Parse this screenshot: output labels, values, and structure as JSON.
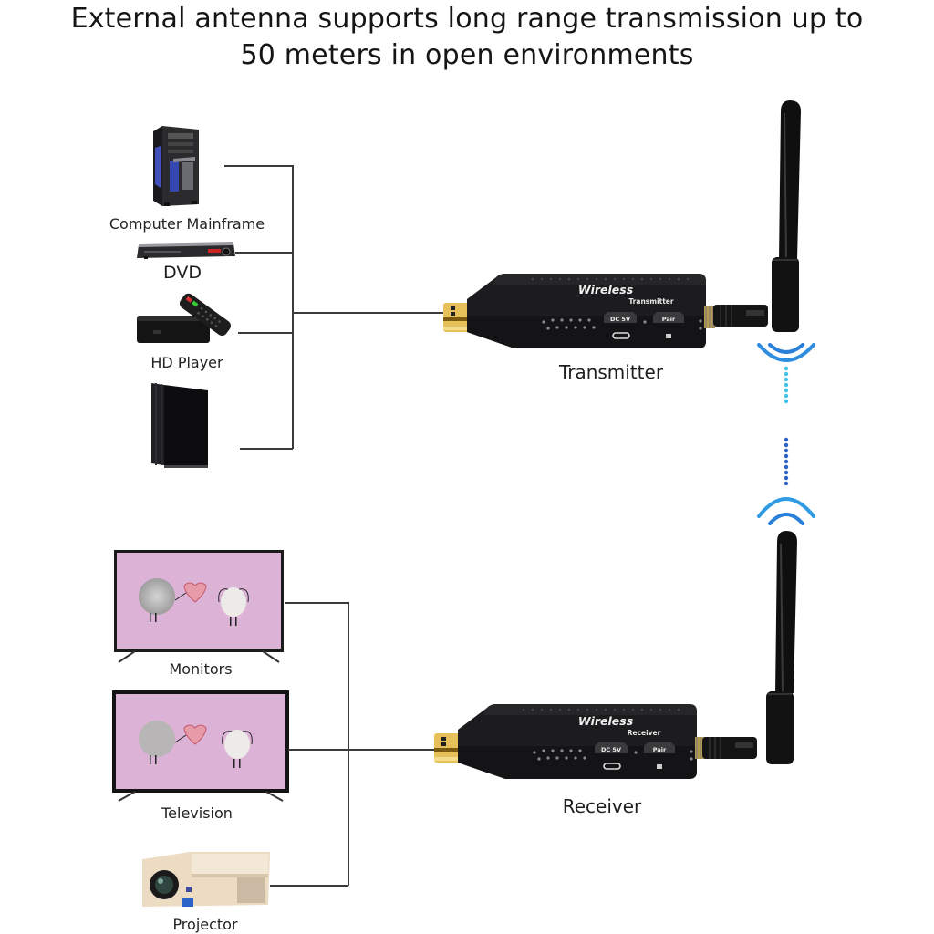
{
  "title": {
    "line1": "External antenna supports long range transmission up to",
    "line2": "50 meters in open environments"
  },
  "sources": [
    {
      "label": "Computer Mainframe",
      "icon": "computer-tower-icon"
    },
    {
      "label": "DVD",
      "icon": "dvd-player-icon"
    },
    {
      "label": "HD Player",
      "icon": "set-top-box-icon"
    },
    {
      "label": "",
      "icon": "game-console-icon"
    }
  ],
  "displays": [
    {
      "label": "Monitors",
      "icon": "monitor-icon"
    },
    {
      "label": "Television",
      "icon": "television-icon"
    },
    {
      "label": "Projector",
      "icon": "projector-icon"
    }
  ],
  "transmitter": {
    "label": "Transmitter",
    "brand": "Wireless",
    "model": "Transmitter",
    "port_dc": "DC 5V",
    "port_pair": "Pair"
  },
  "receiver": {
    "label": "Receiver",
    "brand": "Wireless",
    "model": "Receiver",
    "port_dc": "DC 5V",
    "port_pair": "Pair"
  },
  "colors": {
    "signal_light": "#3fc4e8",
    "signal_dark": "#2a7fd8",
    "device_body": "#1c1c1c",
    "hdmi_gold": "#e6c15a",
    "screen_pink": "#dcb3d6"
  }
}
